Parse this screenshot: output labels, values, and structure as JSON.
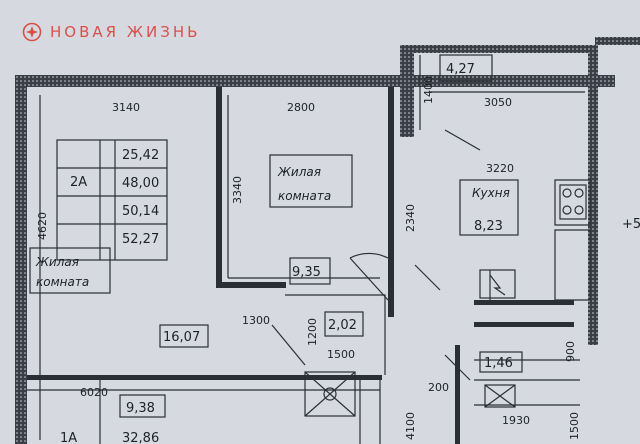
{
  "watermark": {
    "brand": "НОВАЯ ЖИЗНЬ",
    "icon": "star-circle-icon",
    "color": "#d9504a"
  },
  "dimensions": {
    "d3140": "3140",
    "d2800": "2800",
    "d3050": "3050",
    "d1400": "1400",
    "d3220": "3220",
    "d3340": "3340",
    "d2340": "2340",
    "d4620": "4620",
    "d1300": "1300",
    "d1200": "1200",
    "d1500": "1500",
    "d6020": "6020",
    "d200": "200",
    "d1930": "1930",
    "d4100": "4100",
    "d1500b": "1500",
    "d900": "900"
  },
  "apartment_table": {
    "rooms": "2А",
    "values": [
      "25,42",
      "48,00",
      "50,14",
      "52,27"
    ]
  },
  "rooms": {
    "living_left_label": "Жилая комната",
    "living_left_area": "16,07",
    "living_mid_label": "Жилая комната",
    "living_mid_area": "9,35",
    "kitchen_label": "Кухня",
    "kitchen_area": "8,23",
    "balcony_area": "4,27",
    "bath_area": "2,02",
    "wc_area": "1,46"
  },
  "bottom": {
    "a1": "9,38",
    "a2": "32,86",
    "num": "1А"
  },
  "edge_fragment": "+5"
}
